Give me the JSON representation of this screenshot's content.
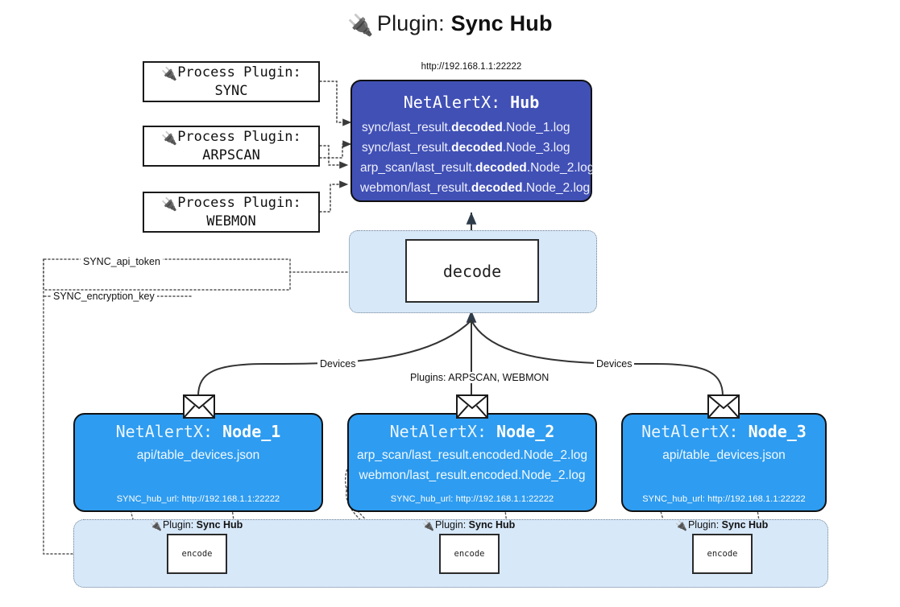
{
  "page": {
    "title_icon": "plug-icon",
    "title_lead": "Plugin:",
    "title_strong": "Sync Hub"
  },
  "colors": {
    "hub_fill": "#4150b5",
    "node_fill": "#2e9cf0",
    "subgraph_fill": "#d7e8f9",
    "edge_stroke": "#333333",
    "box_border": "#101010"
  },
  "process_plugins": [
    {
      "name": "process-plugin-sync",
      "line1": "Process Plugin:",
      "line2": "SYNC"
    },
    {
      "name": "process-plugin-arpscan",
      "line1": "Process Plugin:",
      "line2": "ARPSCAN"
    },
    {
      "name": "process-plugin-webmon",
      "line1": "Process Plugin:",
      "line2": "WEBMON"
    }
  ],
  "hub": {
    "url": "http://192.168.1.1:22222",
    "header_prefix": "NetAlertX: ",
    "header_name": "Hub",
    "logs": [
      {
        "pre": "sync/last_result.",
        "bold": "decoded",
        "post": ".Node_1.log"
      },
      {
        "pre": "sync/last_result.",
        "bold": "decoded",
        "post": ".Node_3.log"
      },
      {
        "pre": "arp_scan/last_result.",
        "bold": "decoded",
        "post": ".Node_2.log"
      },
      {
        "pre": "webmon/last_result.",
        "bold": "decoded",
        "post": ".Node_2.log"
      }
    ]
  },
  "decode": {
    "label": "decode"
  },
  "secrets": [
    {
      "name": "sync-api-token",
      "label": "SYNC_api_token"
    },
    {
      "name": "sync-encryption-key",
      "label": "SYNC_encryption_key"
    }
  ],
  "edge_labels": {
    "devices_left": "Devices",
    "devices_right": "Devices",
    "plugins_mid": "Plugins: ARPSCAN, WEBMON"
  },
  "nodes": [
    {
      "name": "node-1",
      "header_prefix": "NetAlertX: ",
      "header_name": "Node_1",
      "lines": [
        "api/table_devices.json"
      ],
      "footer": "SYNC_hub_url: http://192.168.1.1:22222"
    },
    {
      "name": "node-2",
      "header_prefix": "NetAlertX: ",
      "header_name": "Node_2",
      "lines": [
        "arp_scan/last_result.encoded.Node_2.log",
        "webmon/last_result.encoded.Node_2.log"
      ],
      "footer": "SYNC_hub_url: http://192.168.1.1:22222"
    },
    {
      "name": "node-3",
      "header_prefix": "NetAlertX: ",
      "header_name": "Node_3",
      "lines": [
        "api/table_devices.json"
      ],
      "footer": "SYNC_hub_url: http://192.168.1.1:22222"
    }
  ],
  "encoders": [
    {
      "name": "encoder-1",
      "caption_lead": "Plugin:",
      "caption_strong": "Sync Hub",
      "label": "encode"
    },
    {
      "name": "encoder-2",
      "caption_lead": "Plugin:",
      "caption_strong": "Sync Hub",
      "label": "encode"
    },
    {
      "name": "encoder-3",
      "caption_lead": "Plugin:",
      "caption_strong": "Sync Hub",
      "label": "encode"
    }
  ]
}
